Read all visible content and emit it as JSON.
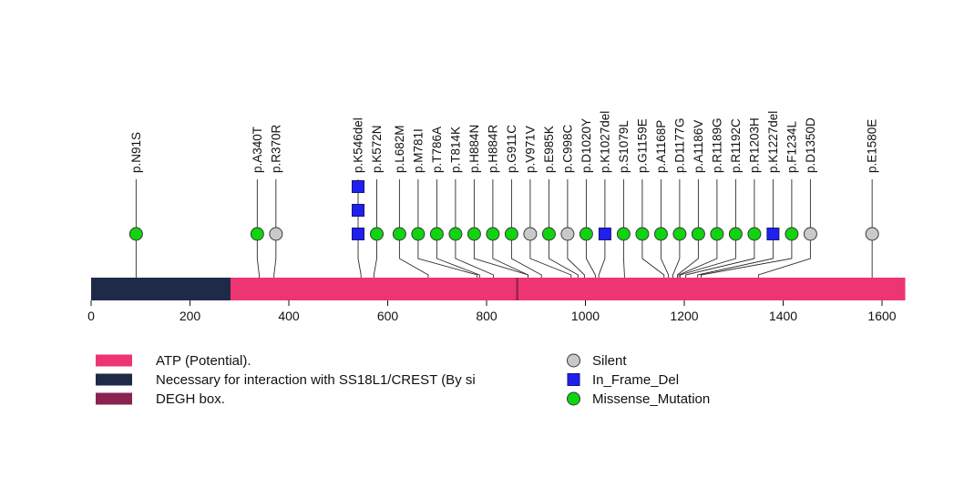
{
  "chart_data": {
    "type": "lollipop",
    "title": "",
    "protein_length": 1647,
    "xlim": [
      0,
      1647
    ],
    "x_ticks": [
      0,
      200,
      400,
      600,
      800,
      1000,
      1200,
      1400,
      1600
    ],
    "domains": [
      {
        "label": "ATP (Potential).",
        "start": 283,
        "end": 1647,
        "color": "#ed3572"
      },
      {
        "label": "Necessary for interaction with SS18L1/CREST (By si",
        "start": 1,
        "end": 282,
        "color": "#1e2a47"
      },
      {
        "label": "DEGH box.",
        "start": 861,
        "end": 864,
        "color": "#8b2252"
      }
    ],
    "mutation_types": [
      {
        "name": "Silent",
        "color": "#c9c9c9",
        "shape": "circle"
      },
      {
        "name": "In_Frame_Del",
        "color": "#2020ee",
        "shape": "square"
      },
      {
        "name": "Missense_Mutation",
        "color": "#0fd40f",
        "shape": "circle"
      }
    ],
    "mutations": [
      {
        "label": "p.N91S",
        "pos": 91,
        "type": "Missense_Mutation",
        "count": 1
      },
      {
        "label": "p.A340T",
        "pos": 340,
        "type": "Missense_Mutation",
        "count": 1
      },
      {
        "label": "p.R370R",
        "pos": 370,
        "type": "Silent",
        "count": 1
      },
      {
        "label": "p.K546del",
        "pos": 546,
        "type": "In_Frame_Del",
        "count": 3
      },
      {
        "label": "p.K572N",
        "pos": 572,
        "type": "Missense_Mutation",
        "count": 1
      },
      {
        "label": "p.L682M",
        "pos": 682,
        "type": "Missense_Mutation",
        "count": 1
      },
      {
        "label": "p.M781I",
        "pos": 781,
        "type": "Missense_Mutation",
        "count": 1
      },
      {
        "label": "p.T786A",
        "pos": 786,
        "type": "Missense_Mutation",
        "count": 1
      },
      {
        "label": "p.T814K",
        "pos": 814,
        "type": "Missense_Mutation",
        "count": 1
      },
      {
        "label": "p.H884N",
        "pos": 884,
        "type": "Missense_Mutation",
        "count": 1
      },
      {
        "label": "p.H884R",
        "pos": 884,
        "type": "Missense_Mutation",
        "count": 1
      },
      {
        "label": "p.G911C",
        "pos": 911,
        "type": "Missense_Mutation",
        "count": 1
      },
      {
        "label": "p.V971V",
        "pos": 971,
        "type": "Silent",
        "count": 1
      },
      {
        "label": "p.E985K",
        "pos": 985,
        "type": "Missense_Mutation",
        "count": 1
      },
      {
        "label": "p.C998C",
        "pos": 998,
        "type": "Silent",
        "count": 1
      },
      {
        "label": "p.D1020Y",
        "pos": 1020,
        "type": "Missense_Mutation",
        "count": 1
      },
      {
        "label": "p.K1027del",
        "pos": 1027,
        "type": "In_Frame_Del",
        "count": 1
      },
      {
        "label": "p.S1079L",
        "pos": 1079,
        "type": "Missense_Mutation",
        "count": 1
      },
      {
        "label": "p.G1159E",
        "pos": 1159,
        "type": "Missense_Mutation",
        "count": 1
      },
      {
        "label": "p.A1168P",
        "pos": 1168,
        "type": "Missense_Mutation",
        "count": 1
      },
      {
        "label": "p.D1177G",
        "pos": 1177,
        "type": "Missense_Mutation",
        "count": 1
      },
      {
        "label": "p.A1186V",
        "pos": 1186,
        "type": "Missense_Mutation",
        "count": 1
      },
      {
        "label": "p.R1189G",
        "pos": 1189,
        "type": "Missense_Mutation",
        "count": 1
      },
      {
        "label": "p.R1192C",
        "pos": 1192,
        "type": "Missense_Mutation",
        "count": 1
      },
      {
        "label": "p.R1203H",
        "pos": 1203,
        "type": "Missense_Mutation",
        "count": 1
      },
      {
        "label": "p.K1227del",
        "pos": 1227,
        "type": "In_Frame_Del",
        "count": 1
      },
      {
        "label": "p.F1234L",
        "pos": 1234,
        "type": "Missense_Mutation",
        "count": 1
      },
      {
        "label": "p.D1350D",
        "pos": 1350,
        "type": "Silent",
        "count": 1
      },
      {
        "label": "p.E1580E",
        "pos": 1580,
        "type": "Silent",
        "count": 1
      }
    ],
    "legend_position": "bottom",
    "grid": false
  }
}
